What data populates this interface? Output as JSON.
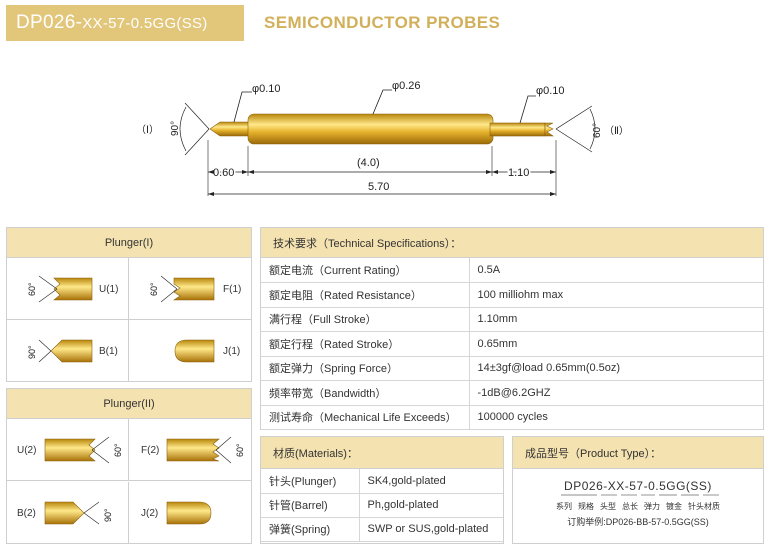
{
  "header": {
    "model_main": "DP026-",
    "model_rest": "XX-57-0.5GG(SS)",
    "subtitle": "SEMICONDUCTOR PROBES"
  },
  "drawing": {
    "dim_d1": "φ0.10",
    "dim_d2": "φ0.26",
    "dim_d3": "φ0.10",
    "angle_left": "90°",
    "angle_right": "60°",
    "end_left": "（Ⅰ）",
    "end_right": "（Ⅱ）",
    "len_left": "0.60",
    "len_mid": "(4.0)",
    "len_right": "1.10",
    "len_total": "5.70"
  },
  "plunger1": {
    "title": "Plunger(I)",
    "items": [
      {
        "label": "U(1)",
        "angle": "60°"
      },
      {
        "label": "F(1)",
        "angle": "60°"
      },
      {
        "label": "B(1)",
        "angle": "90°"
      },
      {
        "label": "J(1)",
        "angle": ""
      }
    ]
  },
  "plunger2": {
    "title": "Plunger(II)",
    "items": [
      {
        "label": "U(2)",
        "angle": "60°"
      },
      {
        "label": "F(2)",
        "angle": "60°"
      },
      {
        "label": "B(2)",
        "angle": "90°"
      },
      {
        "label": "J(2)",
        "angle": ""
      }
    ]
  },
  "specs": {
    "title": "技术要求（Technical Specifications）：",
    "rows": [
      {
        "k": "额定电流（Current Rating）",
        "v": "0.5A"
      },
      {
        "k": "额定电阻（Rated Resistance）",
        "v": "100 milliohm max"
      },
      {
        "k": "满行程（Full Stroke）",
        "v": "1.10mm"
      },
      {
        "k": "额定行程（Rated Stroke）",
        "v": "0.65mm"
      },
      {
        "k": "额定弹力（Spring Force）",
        "v": "14±3gf@load 0.65mm(0.5oz)"
      },
      {
        "k": "频率带宽（Bandwidth）",
        "v": "-1dB@6.2GHZ"
      },
      {
        "k": "测试寿命（Mechanical Life Exceeds）",
        "v": "100000 cycles"
      }
    ]
  },
  "materials": {
    "title": "材质(Materials)：",
    "rows": [
      {
        "k": "针头(Plunger)",
        "v": "SK4,gold-plated"
      },
      {
        "k": "针管(Barrel)",
        "v": "Ph,gold-plated"
      },
      {
        "k": "弹簧(Spring)",
        "v": "SWP or SUS,gold-plated"
      }
    ]
  },
  "product": {
    "title": "成品型号（Product Type）：",
    "code": "DP026-XX-57-0.5GG(SS)",
    "parts": [
      "系列",
      "规格",
      "头型",
      "总长",
      "弹力",
      "镀金",
      "针头材质"
    ],
    "example": "订购举例:DP026-BB-57-0.5GG(SS)"
  },
  "colors": {
    "gold": "#e2c67a",
    "gold_dark": "#c79a1e",
    "gold_light": "#f7de7a",
    "panel_head": "#f4e2b0"
  }
}
